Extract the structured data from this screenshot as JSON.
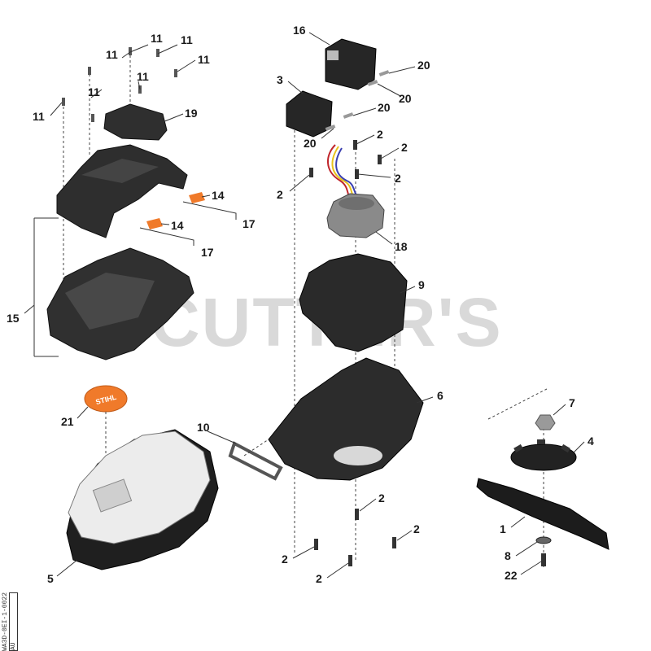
{
  "watermark": "CUTTER'S",
  "drawing_code": "WA3D-0EI-1-0022",
  "drawing_code_box": "AU",
  "labels": {
    "p1": "1",
    "p2": "2",
    "p3": "3",
    "p4": "4",
    "p5": "5",
    "p6": "6",
    "p7": "7",
    "p8": "8",
    "p9": "9",
    "p10": "10",
    "p11": "11",
    "p14": "14",
    "p15": "15",
    "p16": "16",
    "p17": "17",
    "p18": "18",
    "p19": "19",
    "p20": "20",
    "p21": "21",
    "p22": "22"
  },
  "colors": {
    "part_dark": "#2b2b2b",
    "part_mid": "#3e3e3e",
    "shell_light": "#e8e8e8",
    "accent_orange": "#f07a2a",
    "wire_red": "#c0262c",
    "wire_yellow": "#e8c21b",
    "wire_blue": "#3a3fb0"
  }
}
